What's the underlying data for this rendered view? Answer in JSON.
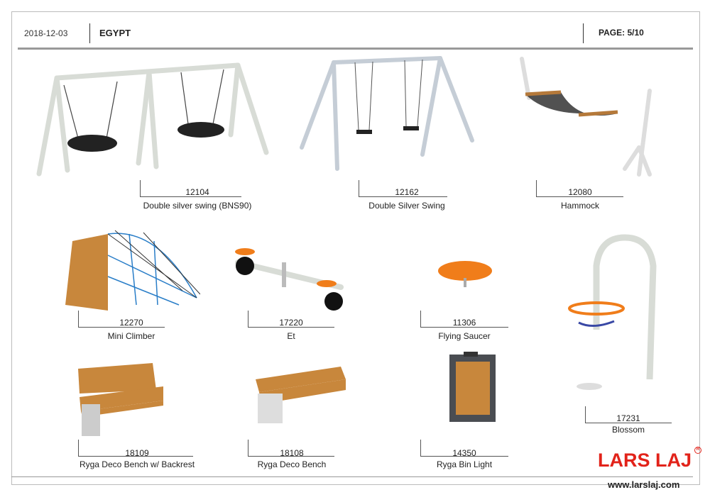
{
  "header": {
    "date": "2018-12-03",
    "country": "EGYPT",
    "page": "PAGE: 5/10"
  },
  "products": [
    {
      "code": "12104",
      "name": "Double silver swing (BNS90)"
    },
    {
      "code": "12162",
      "name": "Double Silver Swing"
    },
    {
      "code": "12080",
      "name": "Hammock"
    },
    {
      "code": "12270",
      "name": "Mini Climber"
    },
    {
      "code": "17220",
      "name": "Et"
    },
    {
      "code": "11306",
      "name": "Flying Saucer"
    },
    {
      "code": "17231",
      "name": "Blossom"
    },
    {
      "code": "18109",
      "name": "Ryga Deco Bench w/ Backrest"
    },
    {
      "code": "18108",
      "name": "Ryga Deco Bench"
    },
    {
      "code": "14350",
      "name": "Ryga Bin Light"
    }
  ],
  "footer": {
    "brand": "LARS LAJ",
    "registered": "R",
    "url": "www.larslaj.com"
  },
  "colors": {
    "brand_red": "#e2231a",
    "frame": "#cfd4d0",
    "wood": "#c8873c",
    "orange": "#f07d1a"
  }
}
